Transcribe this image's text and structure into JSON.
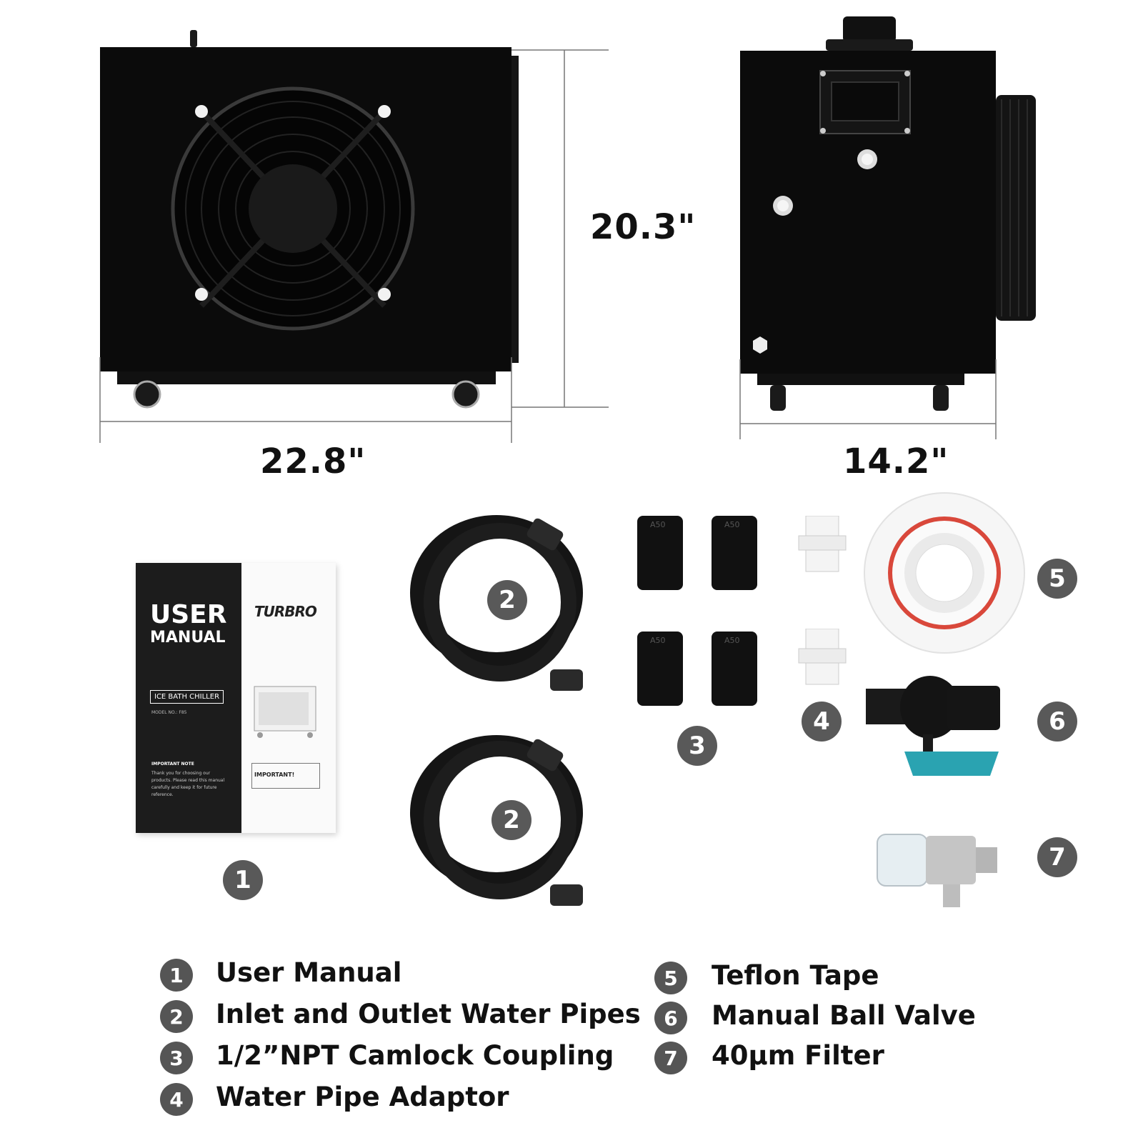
{
  "dimensions": {
    "width": "22.8\"",
    "height": "20.3\"",
    "depth": "14.2\""
  },
  "manual": {
    "title_line1": "USER",
    "title_line2": "MANUAL",
    "brand": "TURBRO",
    "product": "ICE BATH CHILLER",
    "model": "MODEL NO.: F85",
    "note_heading": "IMPORTANT NOTE",
    "note_body": "Thank you for choosing our products. Please read this manual carefully and keep it for future reference.",
    "important": "IMPORTANT!"
  },
  "coupling_mark": "A50",
  "markers": [
    "1",
    "2",
    "2",
    "3",
    "4",
    "5",
    "6",
    "7"
  ],
  "legend": [
    {
      "num": "1",
      "label": "User Manual"
    },
    {
      "num": "2",
      "label": "Inlet and Outlet Water Pipes"
    },
    {
      "num": "3",
      "label": "1/2”NPT Camlock Coupling"
    },
    {
      "num": "4",
      "label": "Water Pipe Adaptor"
    },
    {
      "num": "5",
      "label": "Teflon Tape"
    },
    {
      "num": "6",
      "label": "Manual Ball Valve"
    },
    {
      "num": "7",
      "label": "40μm Filter"
    }
  ],
  "colors": {
    "unit": "#0b0b0b",
    "badge": "#595959",
    "valve_handle": "#2aa3b1",
    "tape_ring": "#d9483b"
  }
}
